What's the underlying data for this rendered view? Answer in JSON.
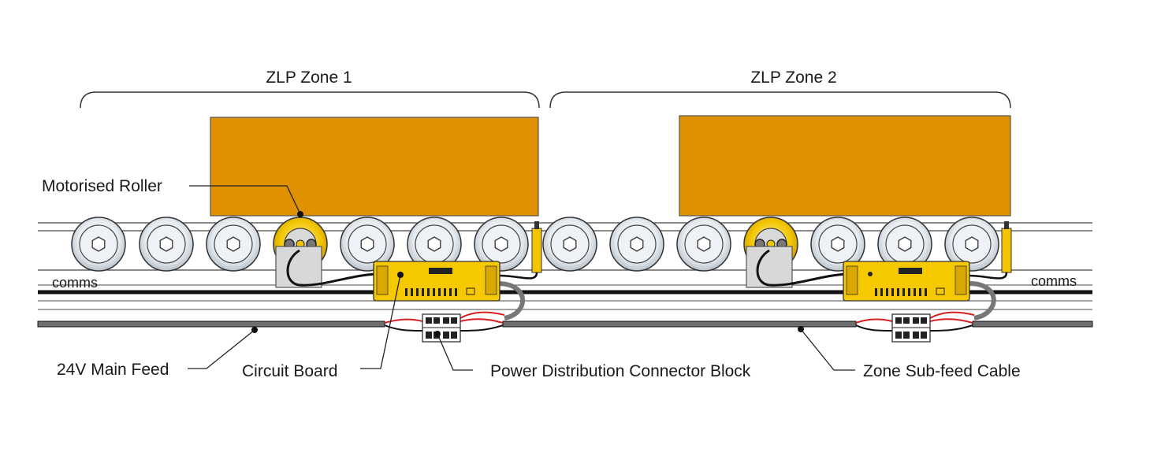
{
  "zones": [
    {
      "id": "zone-1",
      "label": "ZLP Zone 1"
    },
    {
      "id": "zone-2",
      "label": "ZLP Zone 2"
    }
  ],
  "callouts": {
    "motorised_roller": "Motorised Roller",
    "comms_left": "comms",
    "comms_right": "comms",
    "main_feed": "24V Main Feed",
    "circuit_board": "Circuit Board",
    "connector_block": "Power Distribution Connector Block",
    "sub_feed": "Zone Sub-feed Cable"
  },
  "colors": {
    "carton": "#E09100",
    "board": "#F5C800",
    "roller_face": "#E3E8EE",
    "motor_roller": "#F2C500",
    "cable_grey": "#6E6E6E",
    "cable_red": "#D42020"
  }
}
